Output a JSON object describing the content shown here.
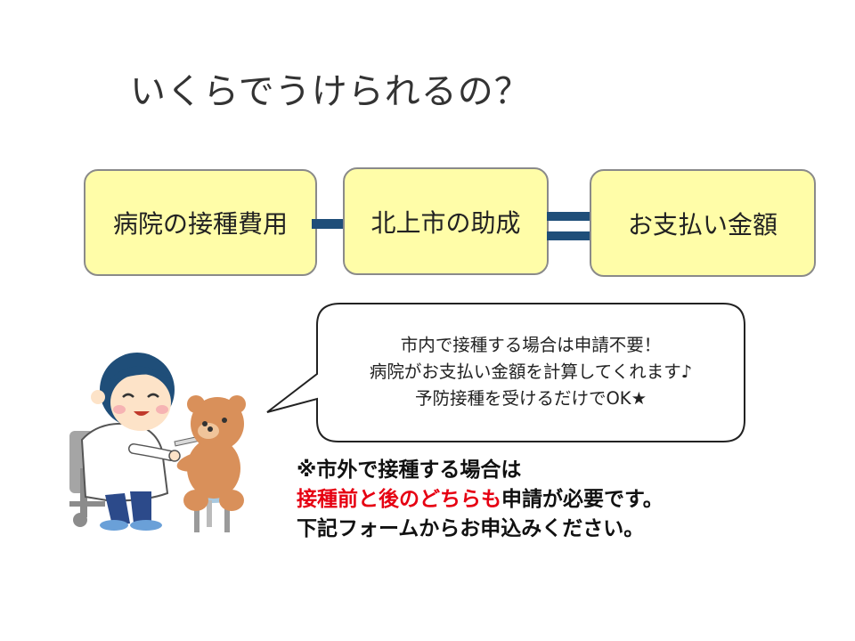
{
  "title": "いくらでうけられるの？",
  "flow": {
    "box1": "病院の接種費用",
    "box2": "北上市の助成",
    "box3": "お支払い金額"
  },
  "bubble": {
    "line1": "市内で接種する場合は申請不要！",
    "line2": "病院がお支払い金額を計算してくれます♪",
    "line3": "予防接種を受けるだけでOK★"
  },
  "notice": {
    "line1": "※市外で接種する場合は",
    "line2_red": "接種前と後のどちらも",
    "line2_rest": "申請が必要です。",
    "line3": "下記フォームからお申込みください。"
  },
  "colors": {
    "box_fill": "#fffda8",
    "operator": "#1f4e79",
    "highlight": "#e60012"
  }
}
